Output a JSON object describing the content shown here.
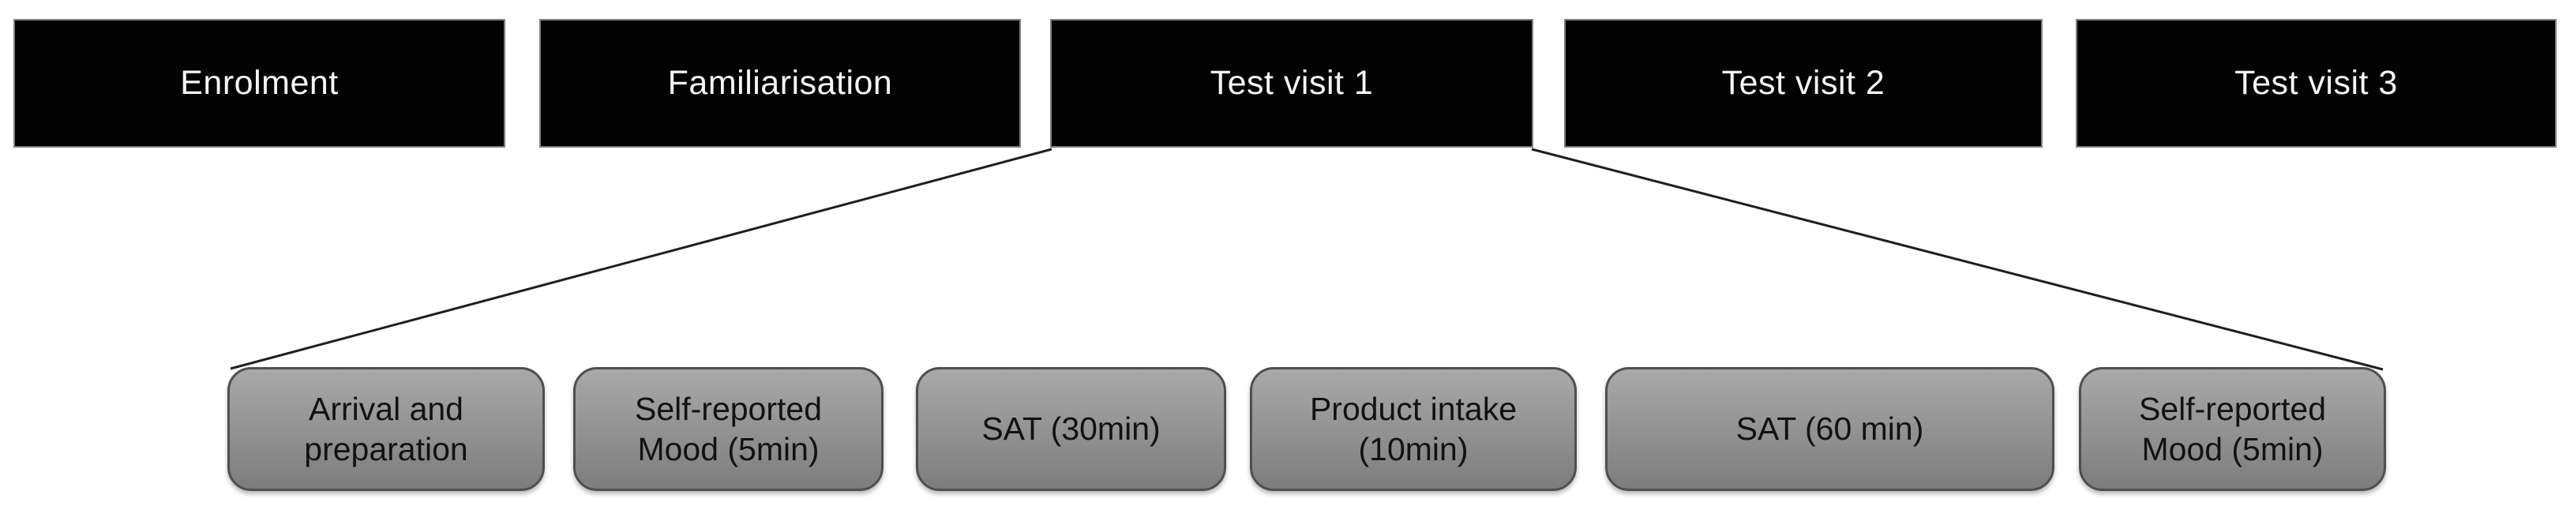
{
  "stages": [
    {
      "label": "Enrolment"
    },
    {
      "label": "Familiarisation"
    },
    {
      "label": "Test visit 1"
    },
    {
      "label": "Test visit 2"
    },
    {
      "label": "Test visit 3"
    }
  ],
  "steps": [
    {
      "label": "Arrival and preparation"
    },
    {
      "label": "Self-reported Mood (5min)"
    },
    {
      "label": "SAT (30min)"
    },
    {
      "label": "Product intake (10min)"
    },
    {
      "label": "SAT (60 min)"
    },
    {
      "label": "Self-reported Mood (5min)"
    }
  ],
  "expanded_stage_label": "Test visit 1",
  "colors": {
    "background": "#ffffff",
    "stage_fill": "#030303",
    "stage_border": "#7e7e7e",
    "stage_text": "#f5f5f5",
    "step_fill_top": "#a9a9a9",
    "step_fill_bottom": "#7d7d7d",
    "step_border": "#4f4f4f",
    "step_text": "#121212",
    "connector": "#1f1f1f"
  }
}
